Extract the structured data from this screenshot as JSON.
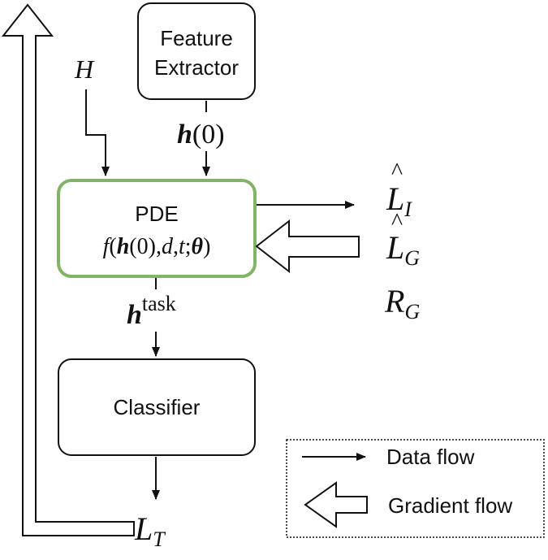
{
  "diagram": {
    "nodes": {
      "feature_extractor": {
        "line1": "Feature",
        "line2": "Extractor"
      },
      "pde": {
        "title": "PDE",
        "formula": {
          "f": "f",
          "h": "h",
          "zero": "(0),",
          "d": "d",
          "comma1": ",",
          "t": "t",
          "semi": ";",
          "theta": "θ",
          "close": ")",
          "open": "("
        }
      },
      "classifier": {
        "label": "Classifier"
      }
    },
    "labels": {
      "H": "H",
      "h0": {
        "h": "h",
        "rest": "(0)"
      },
      "htask": {
        "h": "h",
        "sup": "task"
      },
      "L_I": {
        "hat": "^",
        "L": "L",
        "sub": "I"
      },
      "L_G": {
        "hat": "^",
        "L": "L",
        "sub": "G"
      },
      "R_G": {
        "R": "R",
        "sub": "G"
      },
      "L_T": {
        "L": "L",
        "sub": "T"
      }
    },
    "colors": {
      "pde_border": "#82b366",
      "stroke": "#111111"
    }
  },
  "legend": {
    "data_flow": "Data flow",
    "gradient_flow": "Gradient flow"
  }
}
